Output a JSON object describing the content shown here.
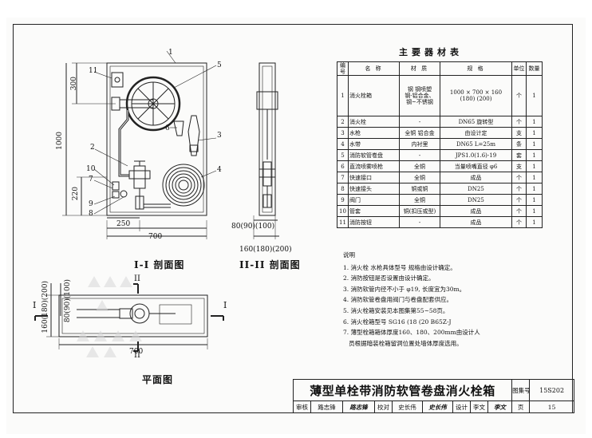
{
  "drawing": {
    "section_1_title": "I-I 剖面图",
    "section_2_title": "II-II 剖面图",
    "plan_title": "平面图",
    "dims": {
      "d300": "300",
      "d1000": "1000",
      "d220": "220",
      "d250": "250",
      "d700_front": "700",
      "d700_plan": "700",
      "side_depth_top": "80(90)(100)",
      "side_depth_bottom": "160(180)(200)",
      "plan_depth": "160(180)(200)",
      "plan_offset": "80(90)(100)"
    },
    "callouts": [
      "1",
      "2",
      "3",
      "4",
      "5",
      "6",
      "7",
      "8",
      "9",
      "10",
      "11"
    ],
    "section_marks": {
      "roman_1": "I",
      "roman_2": "II"
    }
  },
  "materials_table": {
    "title": "主要器材表",
    "headers": [
      "编号",
      "名 称",
      "材 质",
      "规 格",
      "单位",
      "数量"
    ],
    "rows": [
      {
        "no": "1",
        "name": "消火栓箱",
        "material": "钢  钢喷塑\n钢-铝合金、\n钢~不锈钢",
        "spec": "1000 × 700 × 160\n(180)  (200)",
        "unit": "个",
        "qty": "1"
      },
      {
        "no": "2",
        "name": "消火栓",
        "material": "-",
        "spec": "DN65  旋转型",
        "unit": "个",
        "qty": "1"
      },
      {
        "no": "3",
        "name": "水枪",
        "material": "全铜  铝合金",
        "spec": "由设计定",
        "unit": "支",
        "qty": "1"
      },
      {
        "no": "4",
        "name": "水带",
        "material": "内衬里",
        "spec": "DN65   L=25m",
        "unit": "条",
        "qty": "1"
      },
      {
        "no": "5",
        "name": "消防软管卷盘",
        "material": "-",
        "spec": "JPS1.0(1.6)-19",
        "unit": "套",
        "qty": "1"
      },
      {
        "no": "6",
        "name": "直流喷雾喷枪",
        "material": "全铜",
        "spec": "当量喷嘴直径 φ6",
        "unit": "支",
        "qty": "1"
      },
      {
        "no": "7",
        "name": "快速接口",
        "material": "全铜",
        "spec": "成品",
        "unit": "个",
        "qty": "1"
      },
      {
        "no": "8",
        "name": "快速接头",
        "material": "铜或铜",
        "spec": "DN25",
        "unit": "个",
        "qty": "1"
      },
      {
        "no": "9",
        "name": "阀门",
        "material": "全铜",
        "spec": "DN25",
        "unit": "个",
        "qty": "1"
      },
      {
        "no": "10",
        "name": "管套",
        "material": "铜(扣压或型)",
        "spec": "成品",
        "unit": "个",
        "qty": "1"
      },
      {
        "no": "11",
        "name": "消防按钮",
        "material": "-",
        "spec": "成品",
        "unit": "个",
        "qty": "1"
      }
    ]
  },
  "notes": {
    "heading": "说明",
    "items": [
      "1. 消火栓  水枪具体型号  规格由设计确定。",
      "2. 消防按钮是否设置由设计确定。",
      "3. 消防软管内径不小于 φ19, 长度宜为30m。",
      "4. 消防软管卷盘用阀门与卷盘配套供应。",
      "5. 消火栓箱安装见本图集第55~58页。",
      "6. 消火栓箱型号  SG16 (18   (20  B65Z-J",
      "7. 薄型栓箱箱体厚度160、180、200mm由设计人",
      "   员根据暗装栓箱留洞位置处墙体厚度选用。"
    ]
  },
  "title_block": {
    "title": "薄型单栓带消防软管卷盘消火栓箱",
    "atlas_label": "图集号",
    "atlas_no": "15S202",
    "page_label": "页",
    "page_no": "15",
    "review_label": "审核",
    "reviewer": "路志锋",
    "reviewer_sig": "路志锋",
    "check_label": "校对",
    "checker": "史长伟",
    "checker_sig": "史长伟",
    "design_label": "设计",
    "designer": "李文",
    "designer_sig": "李文"
  }
}
